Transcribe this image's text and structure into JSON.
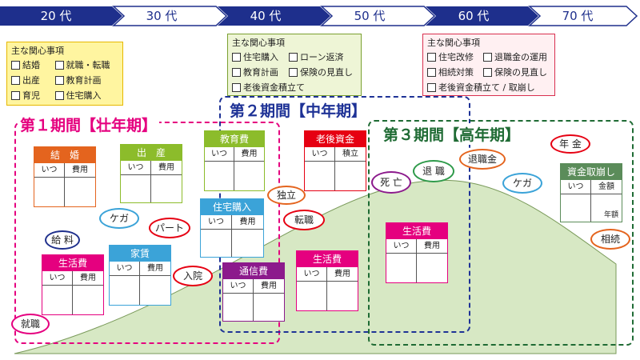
{
  "decades": [
    "20 代",
    "30 代",
    "40 代",
    "50 代",
    "60 代",
    "70 代"
  ],
  "concerns": [
    {
      "title": "主な関心事項",
      "items": [
        "結婚",
        "就職・転職",
        "出産",
        "教育計画",
        "育児",
        "住宅購入"
      ]
    },
    {
      "title": "主な関心事項",
      "items": [
        "住宅購入",
        "ローン返済",
        "教育計画",
        "保険の見直し",
        "老後資金積立て"
      ]
    },
    {
      "title": "主な関心事項",
      "items": [
        "住宅改修",
        "退職金の運用",
        "相続対策",
        "保険の見直し",
        "老後資金積立て / 取崩し"
      ]
    }
  ],
  "periods": [
    {
      "label": "第１期間【壮年期】",
      "color": "#e5007f"
    },
    {
      "label": "第２期間【中年期】",
      "color": "#1e3296"
    },
    {
      "label": "第３期間【高年期】",
      "color": "#1f6b34"
    }
  ],
  "cards": {
    "marriage": {
      "title": "結　婚",
      "col1": "いつ",
      "col2": "費用"
    },
    "birth": {
      "title": "出　産",
      "col1": "いつ",
      "col2": "費用"
    },
    "education": {
      "title": "教育費",
      "col1": "いつ",
      "col2": "費用"
    },
    "retirement_fund": {
      "title": "老後資金",
      "col1": "いつ",
      "col2": "積立"
    },
    "living1": {
      "title": "生活費",
      "col1": "いつ",
      "col2": "費用"
    },
    "rent": {
      "title": "家賃",
      "col1": "いつ",
      "col2": "費用"
    },
    "house": {
      "title": "住宅購入",
      "col1": "いつ",
      "col2": "費用"
    },
    "comm": {
      "title": "通信費",
      "col1": "いつ",
      "col2": "費用"
    },
    "living2": {
      "title": "生活費",
      "col1": "いつ",
      "col2": "費用"
    },
    "living3": {
      "title": "生活費",
      "col1": "いつ",
      "col2": "費用"
    },
    "drawdown": {
      "title": "資金取崩し",
      "col1": "いつ",
      "col2": "金額",
      "note": "年額"
    }
  },
  "events": {
    "salary": "給 料",
    "injury": "ケガ",
    "parttime": "パート",
    "hospital": "入院",
    "employment": "就職",
    "independence": "独立",
    "job_change": "転職",
    "death": "死 亡",
    "retire": "退 職",
    "severance": "退職金",
    "injury2": "ケガ",
    "pension": "年 金",
    "inherit": "相続"
  },
  "colors": {
    "arrow_fill": "#ffffff",
    "arrow_stroke": "#1e2f8c",
    "arrow_text": "#1e2f8c",
    "hill": "#d7e8c4",
    "hill_stroke": "#7a9a5a",
    "marriage": "#e4641e",
    "birth": "#8cbc2b",
    "education": "#8cbc2b",
    "retirement_fund": "#e60012",
    "living": "#e5007f",
    "rent": "#3ba3d8",
    "house": "#3ba3d8",
    "comm": "#8c1a8c",
    "drawdown": "#5b8c5a",
    "concern1_bg": "#fff5a0",
    "concern1_border": "#e6b800",
    "concern2_bg": "#eef5d6",
    "concern2_border": "#7aa030",
    "concern3_bg": "#fff0f2",
    "concern3_border": "#d9304f"
  }
}
